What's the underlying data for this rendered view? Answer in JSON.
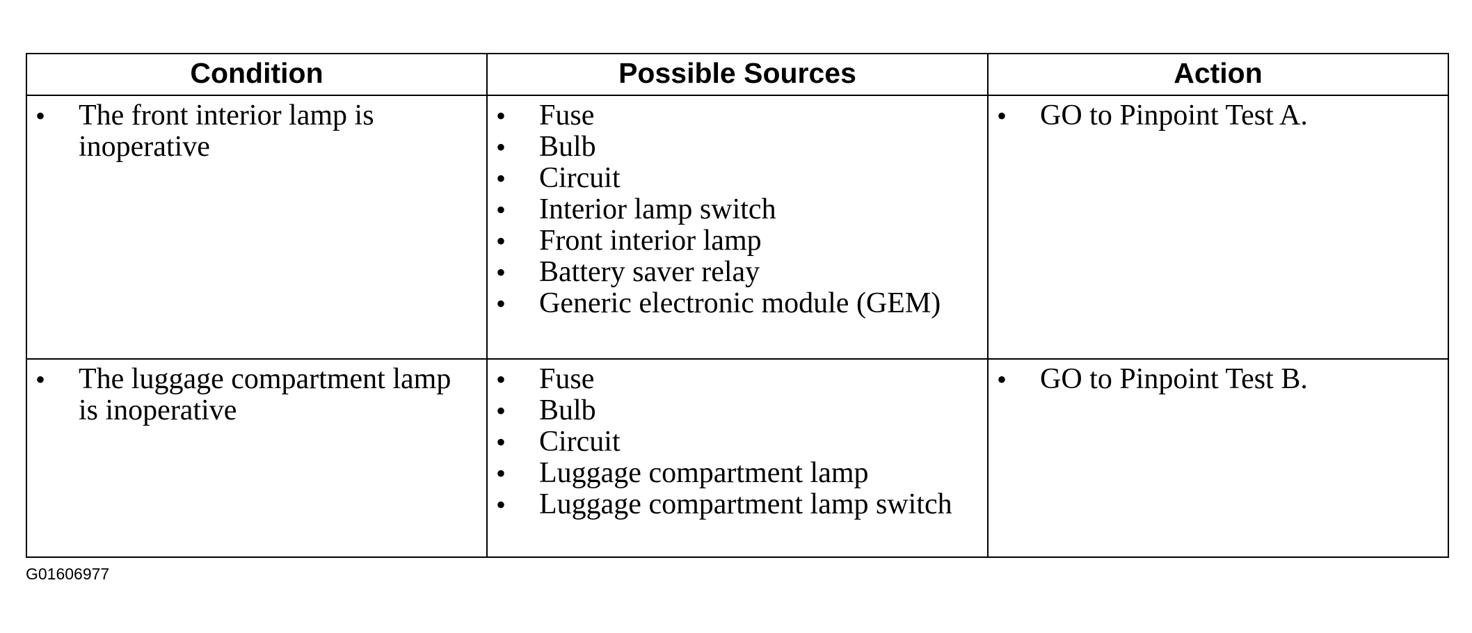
{
  "table": {
    "headers": [
      "Condition",
      "Possible Sources",
      "Action"
    ],
    "rows": [
      {
        "condition": [
          "The front interior lamp is inoperative"
        ],
        "sources": [
          "Fuse",
          "Bulb",
          "Circuit",
          "Interior lamp switch",
          "Front interior lamp",
          "Battery saver relay",
          "Generic electronic module (GEM)"
        ],
        "action": [
          "GO to Pinpoint Test A."
        ]
      },
      {
        "condition": [
          "The luggage compartment lamp is inoperative"
        ],
        "sources": [
          "Fuse",
          "Bulb",
          "Circuit",
          "Luggage compartment lamp",
          "Luggage compartment lamp switch"
        ],
        "action": [
          "GO to Pinpoint Test B."
        ]
      }
    ]
  },
  "figure_id": "G01606977"
}
